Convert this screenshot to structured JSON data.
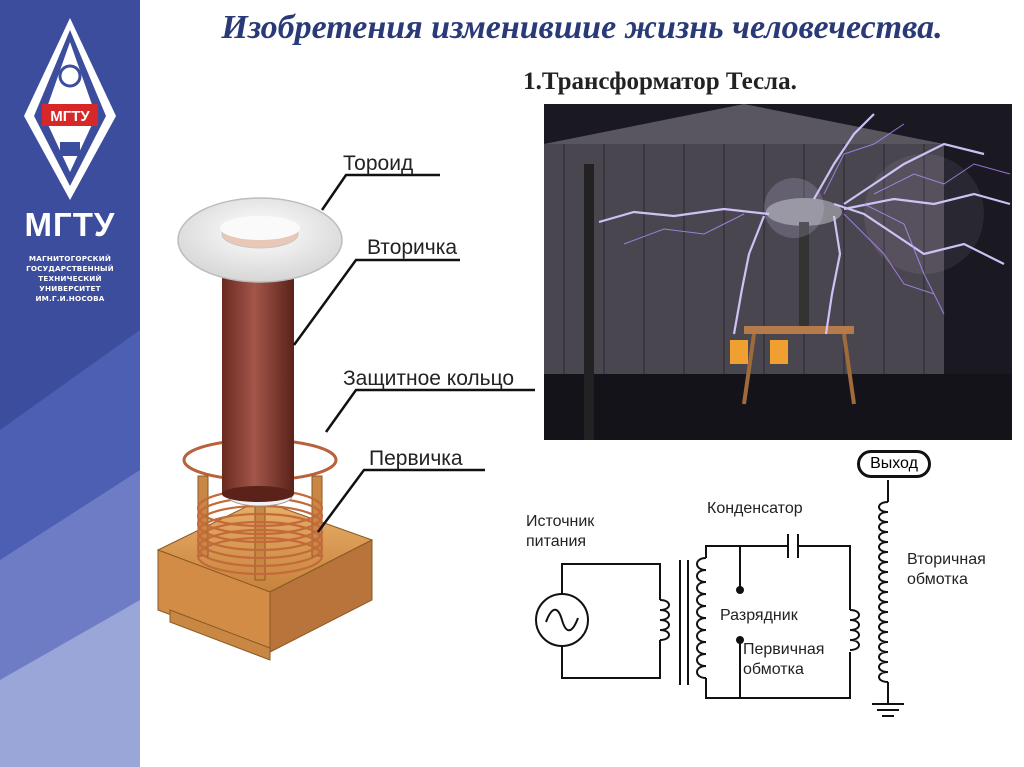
{
  "colors": {
    "sidebar": "#3c4d9e",
    "title": "#2a3a78",
    "torus": "#ffffff",
    "secondary_coil": "#8a3b2f",
    "wood": "#d99a4e",
    "copper": "#c46a3a"
  },
  "logo": {
    "short_name": "МГТУ",
    "emblem_text": "МГТУ",
    "full_name": [
      "МАГНИТОГОРСКИЙ",
      "ГОСУДАРСТВЕННЫЙ",
      "ТЕХНИЧЕСКИЙ",
      "УНИВЕРСИТЕТ",
      "ИМ.Г.И.НОСОВА"
    ]
  },
  "title": "Изобретения изменившие жизнь человечества.",
  "subtitle": "1.Трансформатор Тесла.",
  "coil_diagram": {
    "labels": {
      "toroid": "Тороид",
      "secondary": "Вторичка",
      "guard_ring": "Защитное кольцо",
      "primary": "Первичка"
    }
  },
  "schematic": {
    "output": "Выход",
    "power_source": "Источник питания",
    "capacitor": "Конденсатор",
    "spark_gap": "Разрядник",
    "primary_winding": "Первичная обмотка",
    "secondary_winding": "Вторичная обмотка"
  }
}
